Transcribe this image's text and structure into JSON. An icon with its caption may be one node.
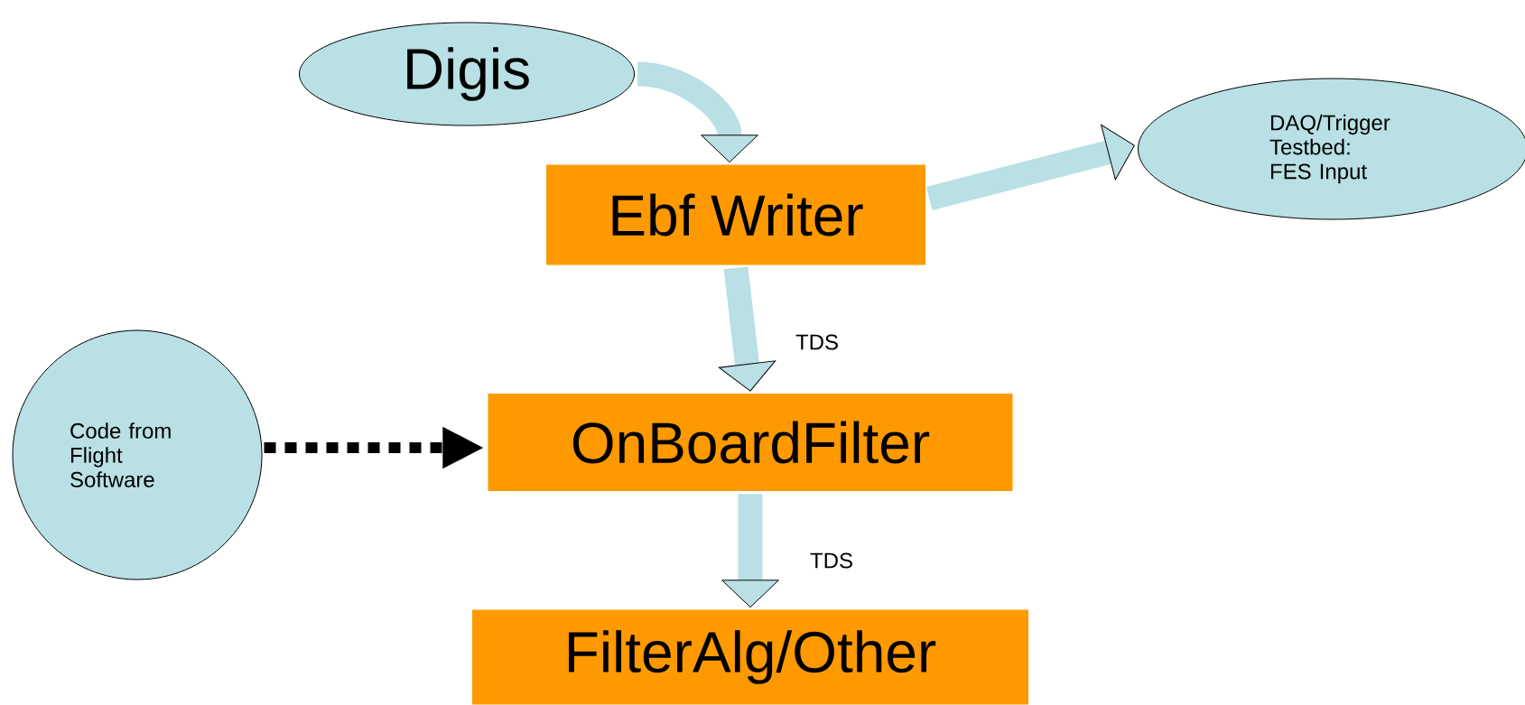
{
  "diagram": {
    "nodes": [
      {
        "text": [
          "Digis"
        ]
      },
      {
        "text": [
          "Ebf Writer"
        ]
      },
      {
        "text": [
          "DAQ/Trigger Testbed: FES Input"
        ]
      },
      {
        "text": [
          "Code from Flight Software"
        ]
      },
      {
        "text": [
          "OnBoardFilter"
        ]
      },
      {
        "text": [
          "FilterAlg/Other"
        ]
      }
    ],
    "edges": [
      {
        "from": 0,
        "to": 1,
        "arrow": "to"
      },
      {
        "from": 1,
        "to": 2,
        "arrow": "to"
      },
      {
        "from": 1,
        "to": 4,
        "arrow": "to",
        "label": "TDS"
      },
      {
        "from": 3,
        "to": 4,
        "arrow": "to",
        "style": "dashed",
        "color": "#000000"
      },
      {
        "from": 4,
        "to": 5,
        "arrow": "to",
        "label": "TDS"
      }
    ]
  }
}
